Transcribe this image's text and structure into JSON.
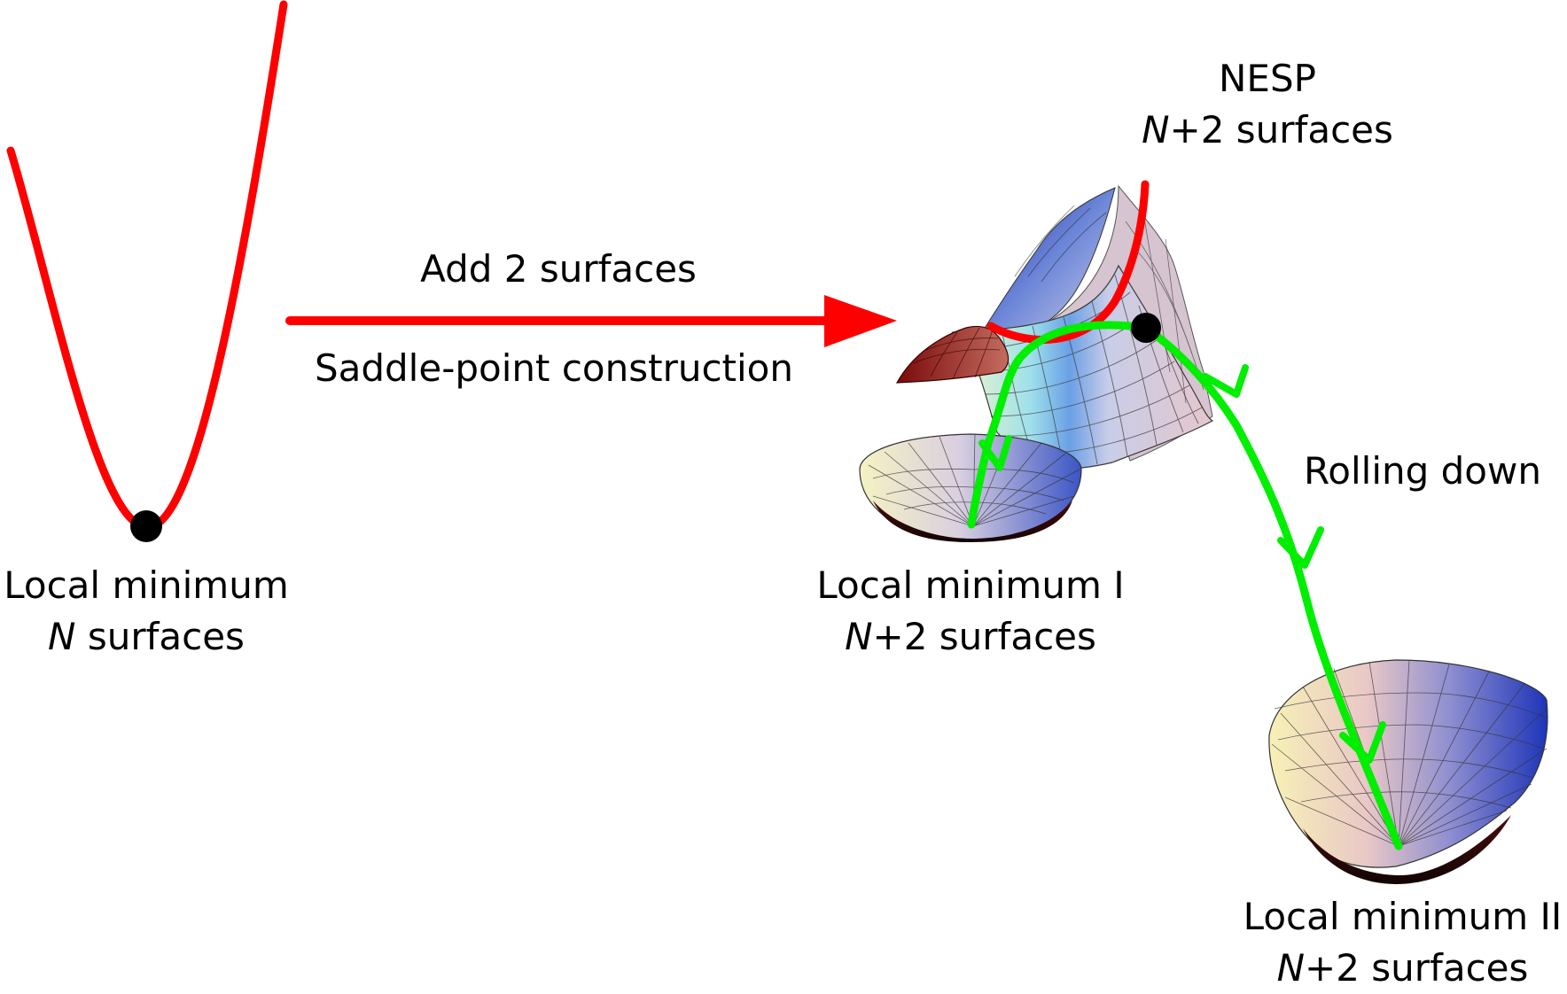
{
  "start_state": {
    "title": "Local minimum",
    "var": "N",
    "suffix": " surfaces"
  },
  "transition": {
    "above_label": "Add 2 surfaces",
    "below_label": "Saddle-point construction"
  },
  "saddle_state": {
    "title": "NESP",
    "var": "N",
    "suffix": "+2 surfaces"
  },
  "rolling_label": "Rolling down",
  "minimum_one": {
    "title": "Local minimum I",
    "var": "N",
    "suffix": "+2 surfaces"
  },
  "minimum_two": {
    "title": "Local minimum II",
    "var": "N",
    "suffix": "+2 surfaces"
  },
  "colors": {
    "curve_red": "#ff0000",
    "path_green": "#00ee00",
    "point_black": "#000000"
  }
}
